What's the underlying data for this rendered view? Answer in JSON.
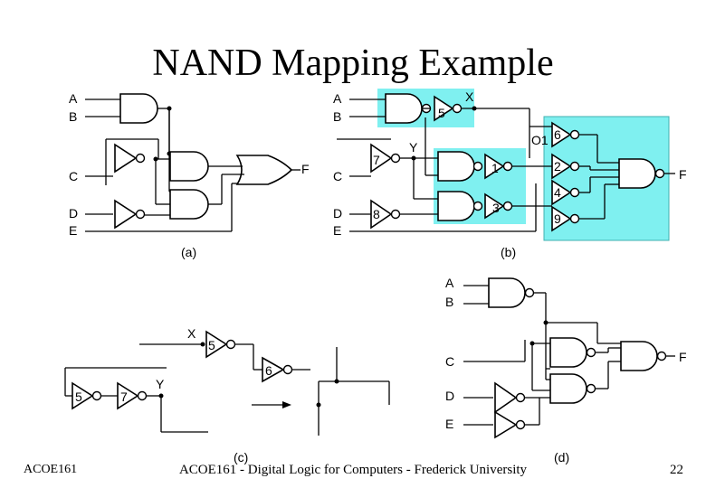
{
  "slide": {
    "title": "NAND Mapping Example",
    "footer_left": "ACOE161",
    "footer_center": "ACOE161 - Digital Logic for Computers - Frederick University",
    "page_number": "22"
  },
  "panels": {
    "a": {
      "caption": "(a)",
      "inputs": [
        "A",
        "B",
        "C",
        "D",
        "E"
      ],
      "output": "F"
    },
    "b": {
      "caption": "(b)",
      "inputs": [
        "A",
        "B",
        "C",
        "D",
        "E"
      ],
      "output": "F",
      "nodes": [
        "X",
        "Y",
        "O1"
      ],
      "gate_numbers": [
        "5",
        "7",
        "1",
        "8",
        "3",
        "6",
        "2",
        "4",
        "9"
      ]
    },
    "c": {
      "caption": "(c)",
      "nodes": [
        "X",
        "Y"
      ],
      "gate_numbers": [
        "5",
        "6",
        "5",
        "7"
      ]
    },
    "d": {
      "caption": "(d)",
      "inputs": [
        "A",
        "B",
        "C",
        "D",
        "E"
      ],
      "output": "F"
    }
  },
  "colors": {
    "highlight": "#7ff0f0"
  }
}
